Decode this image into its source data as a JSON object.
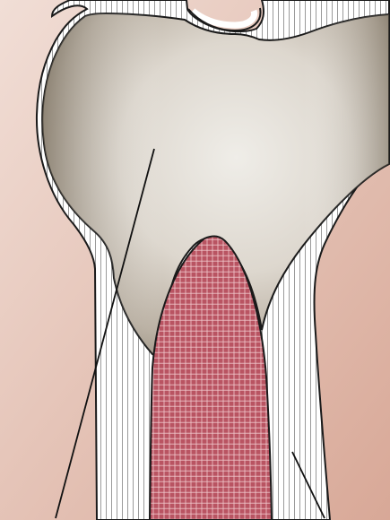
{
  "diagram": {
    "title": "",
    "labels": [],
    "colors": {
      "background_light": "#f1ded6",
      "background_dark": "#d8a897",
      "bone_light": "#efede8",
      "bone_mid": "#c8c0b4",
      "bone_dark": "#7a7060",
      "cartilage_fill": "#ffffff",
      "cartilage_stripe": "#9a9a9a",
      "outline": "#1a1a1a",
      "marrow_fill": "#b95462",
      "marrow_grid": "#f1c9cd",
      "leader_line": "#111111"
    },
    "parts": [
      {
        "name": "bone-head",
        "description_visible": false
      },
      {
        "name": "cartilage-layer",
        "description_visible": false
      },
      {
        "name": "marrow-cavity",
        "description_visible": false
      }
    ]
  }
}
